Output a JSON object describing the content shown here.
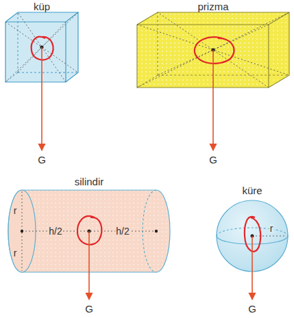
{
  "diagram": {
    "nodes": [
      {
        "text": [
          "küp"
        ]
      },
      {
        "text": [
          "prizma"
        ]
      },
      {
        "text": [
          "silindir",
          "r",
          "r",
          "h/2",
          "h/2"
        ]
      },
      {
        "text": [
          "küre",
          "r"
        ]
      }
    ],
    "labels": [
      "G",
      "G",
      "G",
      "G"
    ]
  }
}
